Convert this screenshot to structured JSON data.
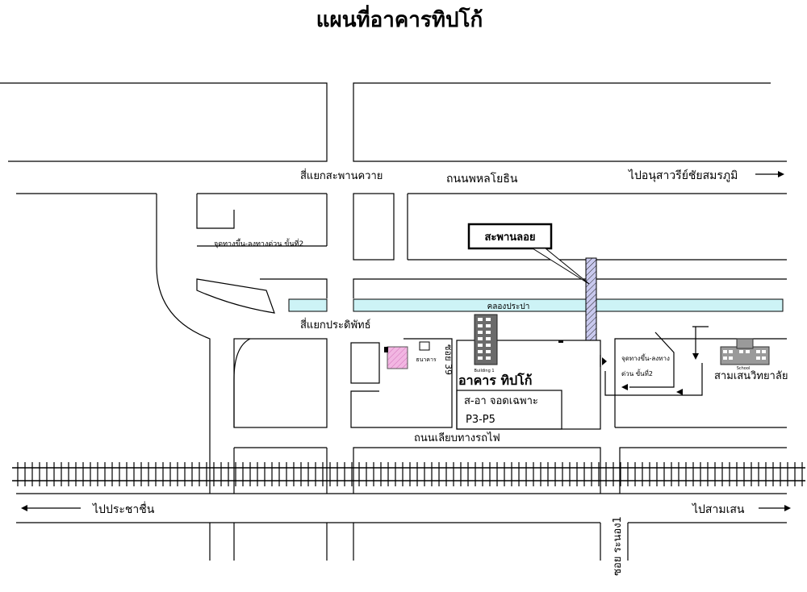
{
  "map": {
    "title": "แผนที่อาคารทิปโก้",
    "labels": {
      "intersection_saphan_khwai": "สี่แยกสะพานควาย",
      "road_phahonyothin": "ถนนพหลโยธิน",
      "to_victory_monument": "ไปอนุสาวรีย์ชัยสมรภูมิ",
      "expressway_ramp_2_top": "จุดทางขึ้น-ลงทางด่วน ขั้นที่2",
      "pedestrian_bridge": "สะพานลอย",
      "canal_prapa": "คลองประปา",
      "intersection_pradiphat": "สี่แยกประดิพัทธ์",
      "bank_label": "ธนาคาร",
      "soi_39": "ซอย 39",
      "building_small_label": "Building 1",
      "tipco_building": "อาคาร ทิปโก้",
      "parking_line1": "ส-อา จอดเฉพาะ",
      "parking_line2": "P3-P5",
      "expressway_ramp_2_right_line1": "จุดทางขึ้น-ลงทาง",
      "expressway_ramp_2_right_line2": "ด่วน ขั้นที่2",
      "samsen_school": "สามเสนวิทยาลัย",
      "school_building_label": "School",
      "road_railway_side": "ถนนเลียบทางรถไฟ",
      "to_pracha_chuen": "ไปประชาชื่น",
      "to_samsen": "ไปสามเสน",
      "soi_ranong_1": "ซอย ระนอง1"
    },
    "colors": {
      "canal_fill": "#cdf3f6",
      "bridge_fill": "#c9c9ee",
      "bank_fill": "#f2b6e2",
      "roads": "#000000"
    }
  }
}
